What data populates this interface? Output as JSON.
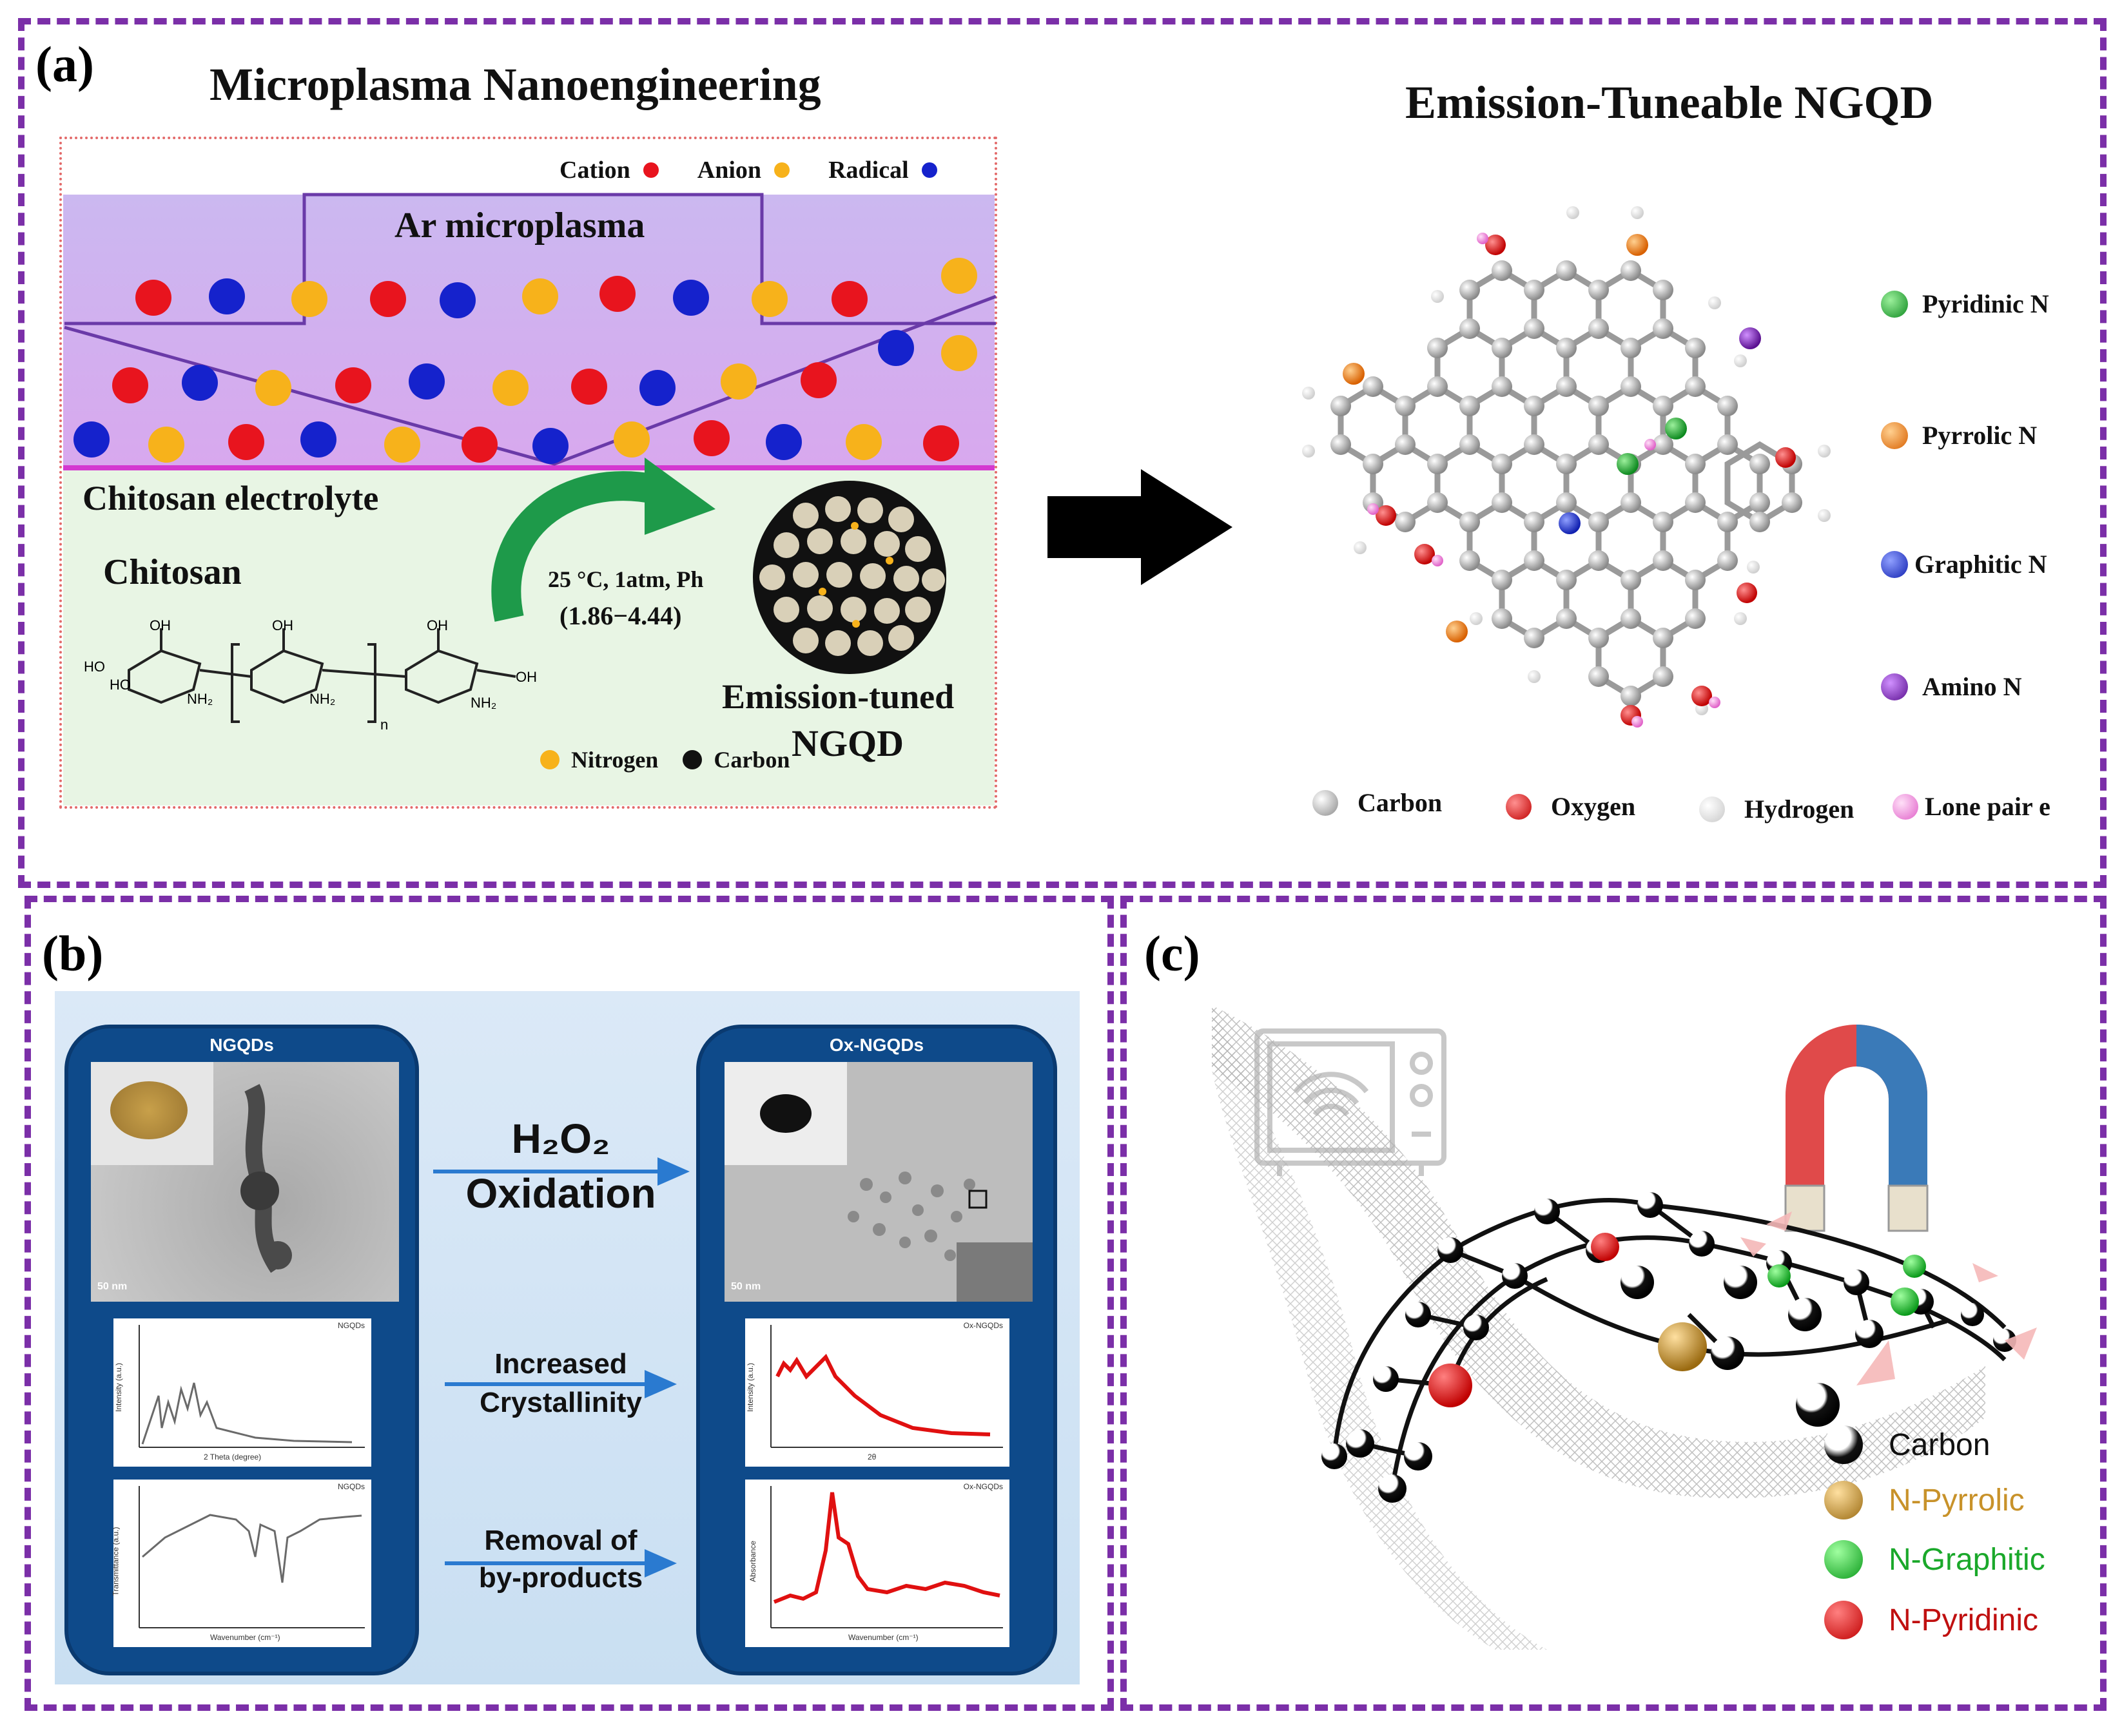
{
  "panel_a": {
    "label": "(a)",
    "title_left": "Microplasma Nanoengineering",
    "title_right": "Emission-Tuneable NGQD",
    "species_legend": [
      {
        "label": "Cation",
        "color": "#e8141e"
      },
      {
        "label": "Anion",
        "color": "#f7b21b"
      },
      {
        "label": "Radical",
        "color": "#1522cc"
      }
    ],
    "plasma_label": "Ar microplasma",
    "electrolyte_label": "Chitosan electrolyte",
    "chitosan_label": "Chitosan",
    "condition_line1": "25 °C, 1atm, Ph",
    "condition_line2": "(1.86−4.44)",
    "product_label_line1": "Emission-tuned",
    "product_label_line2": "NGQD",
    "atom_legend_small": [
      {
        "label": "Nitrogen",
        "color": "#f7b21b"
      },
      {
        "label": "Carbon",
        "color": "#111111"
      }
    ],
    "chem_labels": {
      "oh": "OH",
      "ho": "HO",
      "nh2": "NH₂",
      "ho2": "HO",
      "n": "n"
    },
    "nitrogen_legend": [
      {
        "label": "Pyridinic N",
        "color": "#1aa82a"
      },
      {
        "label": "Pyrrolic N",
        "color": "#f07c12"
      },
      {
        "label": "Graphitic N",
        "color": "#1b2fd1"
      },
      {
        "label": "Amino N",
        "color": "#6a1ea8"
      }
    ],
    "element_legend": [
      {
        "label": "Carbon",
        "color": "#9a9a9a"
      },
      {
        "label": "Oxygen",
        "color": "#e01818"
      },
      {
        "label": "Hydrogen",
        "color": "#f2f2f2"
      },
      {
        "label": "Lone pair e",
        "color": "#f080d8"
      }
    ]
  },
  "panel_b": {
    "label": "(b)",
    "left_card_title": "NGQDs",
    "right_card_title": "Ox-NGQDs",
    "scale_bar_left": "50 nm",
    "scale_bar_right": "50 nm",
    "step1_line1": "H₂O₂",
    "step1_line2": "Oxidation",
    "step2_line1": "Increased",
    "step2_line2": "Crystallinity",
    "step3_line1": "Removal of",
    "step3_line2": "by-products",
    "xrd_left": {
      "legend": "NGQDs",
      "ylabel": "Intensity (a.u.)",
      "xlabel": "2 Theta (degree)"
    },
    "ftir_left": {
      "legend": "NGQDs",
      "ylabel": "Transmittance (a.u.)",
      "xlabel": "Wavenumber (cm⁻¹)"
    },
    "xrd_right": {
      "legend": "Ox-NGQDs",
      "ylabel": "Intensity (a.u.)",
      "xlabel": "2θ"
    },
    "uv_right": {
      "legend": "Ox-NGQDs",
      "ylabel": "Absorbance",
      "xlabel": "Wavenumber (cm⁻¹)"
    }
  },
  "panel_c": {
    "label": "(c)",
    "legend": [
      {
        "label": "Carbon",
        "color": "#111111",
        "text_color": "#111111"
      },
      {
        "label": "N-Pyrrolic",
        "color": "#c8922a",
        "text_color": "#c8922a"
      },
      {
        "label": "N-Graphitic",
        "color": "#1aa82a",
        "text_color": "#1aa82a"
      },
      {
        "label": "N-Pyridinic",
        "color": "#e01818",
        "text_color": "#c01010"
      }
    ]
  }
}
